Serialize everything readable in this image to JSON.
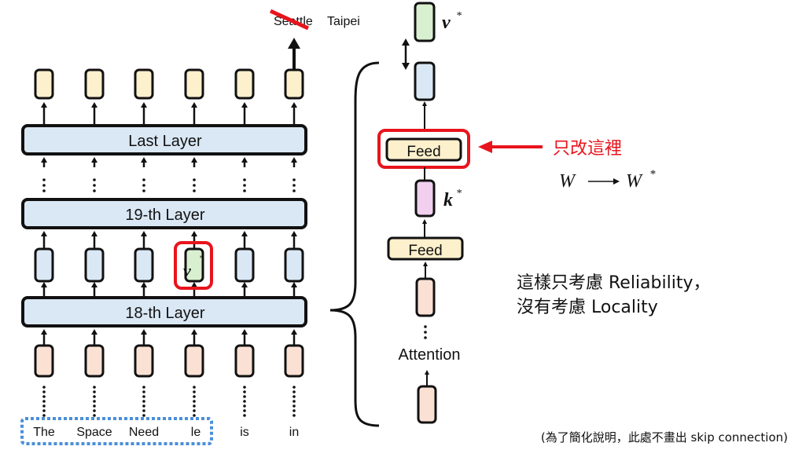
{
  "colors": {
    "output_box": "#fdf0cc",
    "hidden_box": "#dae8f5",
    "input_box": "#fbe1d4",
    "edited_box": "#d9f0d0",
    "key_box": "#f0d0ee",
    "feed_box": "#fdf0cc",
    "layer_bar": "#dae8f5",
    "highlight_red": "#e8141c",
    "token_group_border": "#4a8fd8",
    "stroke": "#111111"
  },
  "left": {
    "prediction": {
      "old_answer": "Seattle",
      "new_answer": "Taipei"
    },
    "layers": {
      "last": "Last Layer",
      "l19": "19-th Layer",
      "l18": "18-th Layer"
    },
    "edited_vector_label": "v",
    "edited_vector_sup": "*",
    "tokens": [
      "The",
      "Space",
      "Need",
      "le",
      "is",
      "in"
    ],
    "subject_tokens": [
      "The",
      "Space",
      "Need",
      "le"
    ]
  },
  "right": {
    "top_vector_label": "v",
    "top_vector_sup": "*",
    "feed_top_label": "Feed",
    "key_label": "k",
    "key_sup": "*",
    "feed_bottom_label": "Feed",
    "attention_label": "Attention"
  },
  "annotations": {
    "only_change_here": "只改這裡",
    "weight_from": "W",
    "weight_to": "W",
    "weight_to_sup": "*",
    "note_line1": "這樣只考慮 Reliability，",
    "note_line2": "沒有考慮 Locality",
    "footnote": "(為了簡化說明，此處不畫出 skip connection)"
  }
}
